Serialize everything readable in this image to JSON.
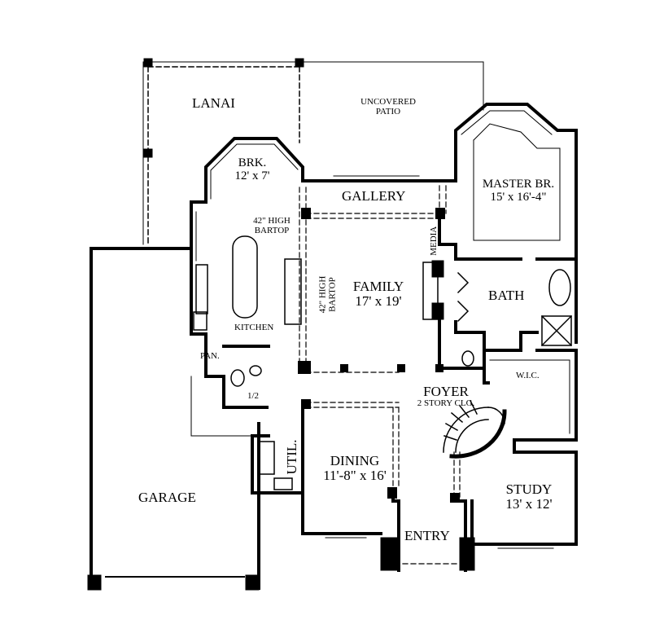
{
  "plan": {
    "rooms": {
      "lanai": {
        "name": "LANAI"
      },
      "uncovered_patio": {
        "name": "UNCOVERED\nPATIO"
      },
      "breakfast": {
        "name": "BRK.",
        "size": "12' x 7'"
      },
      "gallery": {
        "name": "GALLERY"
      },
      "master_bedroom": {
        "name": "MASTER BR.",
        "size": "15' x 16'-4\""
      },
      "media": {
        "name": "MEDIA"
      },
      "family": {
        "name": "FAMILY",
        "size": "17' x 19'"
      },
      "bath": {
        "name": "BATH"
      },
      "kitchen": {
        "name": "KITCHEN"
      },
      "pantry": {
        "name": "PAN."
      },
      "half_bath": {
        "name": "1/2"
      },
      "wic": {
        "name": "W.I.C."
      },
      "foyer": {
        "name": "FOYER",
        "note": "2 STORY CLG."
      },
      "garage": {
        "name": "GARAGE"
      },
      "utility": {
        "name": "UTIL."
      },
      "dining": {
        "name": "DINING",
        "size": "11'-8\" x 16'"
      },
      "study": {
        "name": "STUDY",
        "size": "13' x 12'"
      },
      "entry": {
        "name": "ENTRY"
      }
    },
    "notes": {
      "bartop_kitchen": "42\" HIGH\nBARTOP",
      "bartop_family": "42\" HIGH\nBARTOP"
    }
  }
}
